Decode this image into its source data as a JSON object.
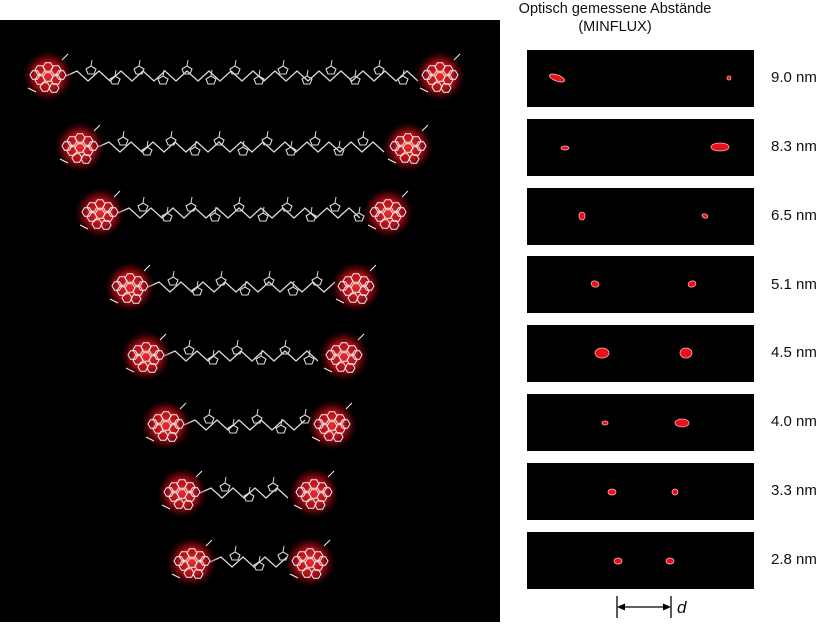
{
  "header": {
    "title_line1": "Optisch gemessene Abstände",
    "title_line2": "(MINFLUX)"
  },
  "colors": {
    "panel_bg": "#000000",
    "spot": "#e8101a",
    "halo": "#c8101a",
    "molecule": "#d9d9d9"
  },
  "measurements": [
    {
      "distance_label": "9.0 nm"
    },
    {
      "distance_label": "8.3 nm"
    },
    {
      "distance_label": "6.5 nm"
    },
    {
      "distance_label": "5.1 nm"
    },
    {
      "distance_label": "4.5 nm"
    },
    {
      "distance_label": "4.0 nm"
    },
    {
      "distance_label": "3.3 nm"
    },
    {
      "distance_label": "2.8 nm"
    }
  ],
  "scale_bar": {
    "symbol": "d"
  }
}
